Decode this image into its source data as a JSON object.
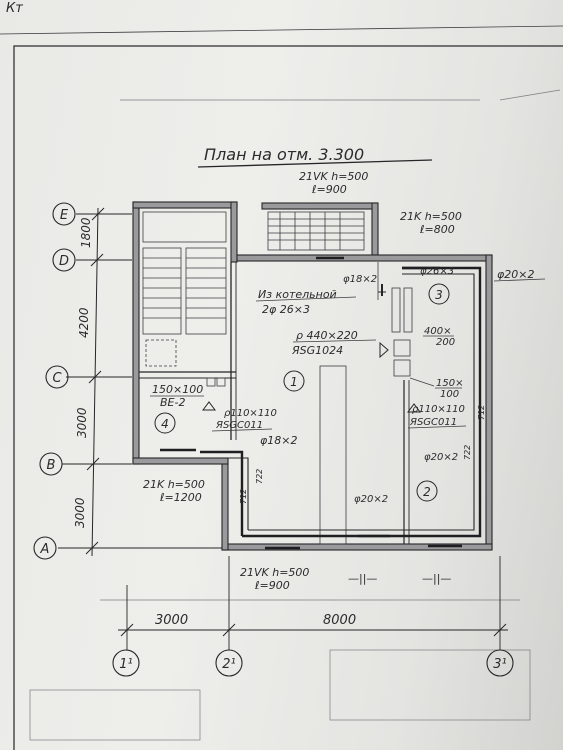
{
  "drawing": {
    "title": "План на отм. 3.300",
    "header_scribble": "Кт"
  },
  "axes": {
    "rows": [
      "E",
      "D",
      "C",
      "B",
      "A"
    ],
    "columns": [
      "1¹",
      "2¹",
      "3¹"
    ],
    "vertical_dims": [
      "1800",
      "4200",
      "3000",
      "3000"
    ],
    "horizontal_dims": [
      "3000",
      "8000"
    ],
    "break_marks": [
      "—||—",
      "—||—"
    ]
  },
  "rooms": [
    "1",
    "2",
    "3",
    "4"
  ],
  "notes": {
    "top_vk_h": "21VK h=500",
    "top_vk_l": "ℓ=900",
    "right_k_h": "21K h=500",
    "right_k_l": "ℓ=800",
    "left_k_h": "21K h=500",
    "left_k_l": "ℓ=1200",
    "bottom_vk_h": "21VK h=500",
    "bottom_vk_l": "ℓ=900",
    "boiler_1": "Из котельной",
    "boiler_2": "2φ 26×3",
    "pipe_18_top": "φ18×2",
    "pipe_26": "φ26×3",
    "pipe_20_right": "φ20×2",
    "grille_440": "ρ 440×220",
    "grille_440_code": "ЯSG1024",
    "box_400_a": "400×",
    "box_400_b": "200",
    "box_150r_a": "150×",
    "box_150r_b": "100",
    "grille_110_right": "ρ110×110",
    "code_right": "ЯSGC011",
    "pipe_20_room2": "φ20×2",
    "pipe_20_bottom": "φ20×2",
    "be_size": "150×100",
    "be_code": "BE-2",
    "grille_110_left": "ρ110×110",
    "code_left": "ЯSGC011",
    "pipe_18_left": "φ18×2",
    "small_722_a": "722",
    "small_712_a": "712",
    "small_722_b": "722",
    "small_712_b": "712"
  }
}
